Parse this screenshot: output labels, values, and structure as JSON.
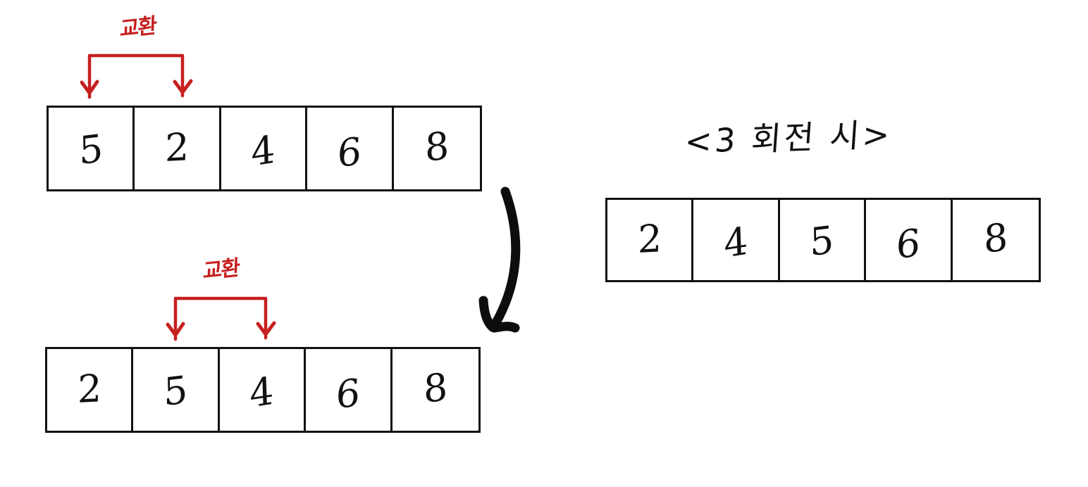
{
  "diagram": {
    "title_note": "<3 회전 시>",
    "swap_label": "교환",
    "accent_color": "#c62020",
    "ink_color": "#111111",
    "arrays": [
      {
        "name": "initial-array",
        "values": [
          "5",
          "2",
          "4",
          "6",
          "8"
        ]
      },
      {
        "name": "after-swap-array",
        "values": [
          "2",
          "5",
          "4",
          "6",
          "8"
        ]
      },
      {
        "name": "third-pass-array",
        "values": [
          "2",
          "4",
          "5",
          "6",
          "8"
        ]
      }
    ],
    "swaps": [
      {
        "name": "swap-1",
        "label": "교환",
        "from_index": 0,
        "to_index": 1
      },
      {
        "name": "swap-2",
        "label": "교환",
        "from_index": 1,
        "to_index": 2
      }
    ]
  }
}
